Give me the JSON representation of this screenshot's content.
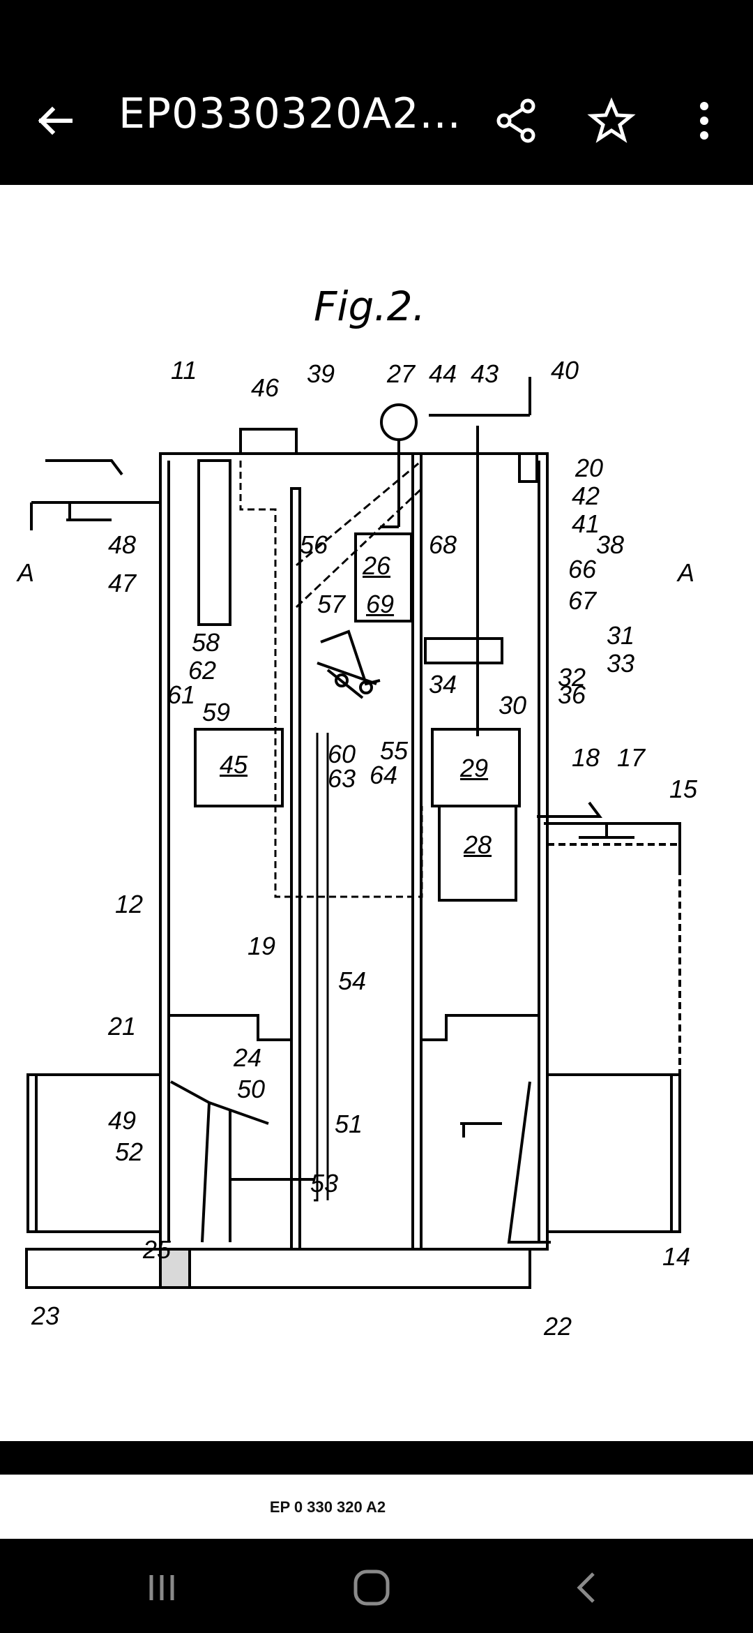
{
  "app_bar": {
    "title": "EP0330320A2...",
    "icons": [
      "back-arrow-icon",
      "share-icon",
      "star-icon",
      "more-vert-icon"
    ]
  },
  "figure": {
    "caption": "Fig.2.",
    "section_marks": [
      "A",
      "A"
    ],
    "labels": [
      "11",
      "46",
      "39",
      "27",
      "44",
      "43",
      "40",
      "20",
      "42",
      "41",
      "38",
      "48",
      "56",
      "68",
      "66",
      "47",
      "26",
      "69",
      "67",
      "31",
      "57",
      "58",
      "62",
      "61",
      "59",
      "33",
      "36",
      "32",
      "34",
      "30",
      "60",
      "55",
      "63",
      "64",
      "45",
      "29",
      "18",
      "17",
      "15",
      "28",
      "12",
      "19",
      "54",
      "21",
      "24",
      "50",
      "49",
      "51",
      "52",
      "53",
      "25",
      "23",
      "22",
      "14"
    ]
  },
  "next_page": {
    "header": "EP 0 330 320 A2"
  },
  "nav_bar": {
    "icons": [
      "recents-icon",
      "home-icon",
      "back-icon"
    ]
  }
}
